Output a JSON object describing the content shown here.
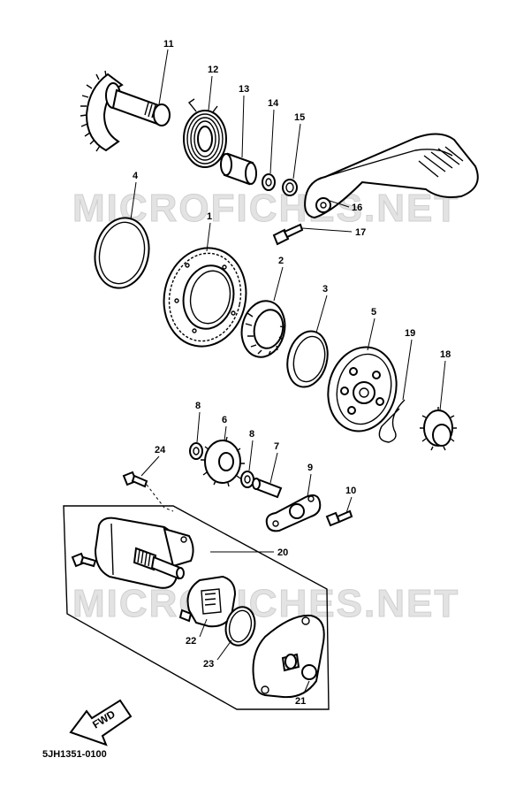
{
  "watermarks": [
    "MICROFICHES.NET",
    "MICROFICHES.NET"
  ],
  "callouts": {
    "p1": "1",
    "p2": "2",
    "p3": "3",
    "p4": "4",
    "p5": "5",
    "p6": "6",
    "p7": "7",
    "p8a": "8",
    "p8b": "8",
    "p9": "9",
    "p10": "10",
    "p11": "11",
    "p12": "12",
    "p13": "13",
    "p14": "14",
    "p15": "15",
    "p16": "16",
    "p17": "17",
    "p18": "18",
    "p19": "19",
    "p20": "20",
    "p21": "21",
    "p22": "22",
    "p23": "23",
    "p24": "24"
  },
  "direction_label": "FWD",
  "diagram_code": "5JH1351-0100"
}
